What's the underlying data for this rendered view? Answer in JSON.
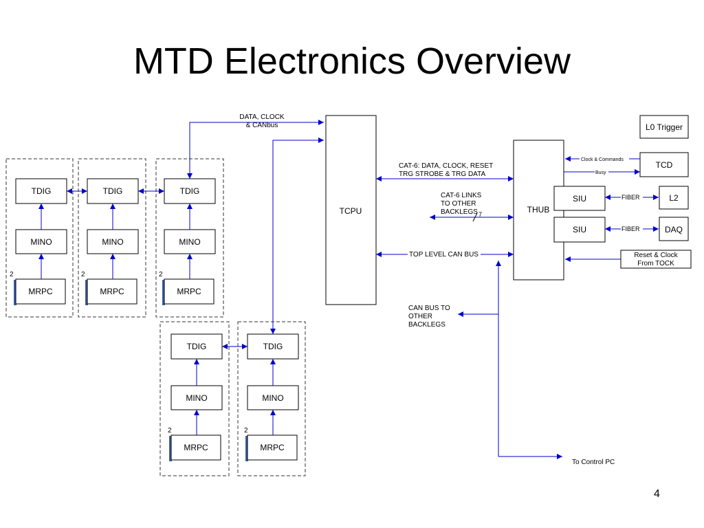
{
  "slide": {
    "title": "MTD Electronics Overview",
    "page_number": "4"
  },
  "colors": {
    "link": "#0000cc",
    "box_border": "#000000",
    "group_border": "#333333",
    "mrpc_shadow": "#3b5ea8"
  },
  "modules": {
    "tdig": "TDIG",
    "mino": "MINO",
    "mrpc": "MRPC",
    "multiplicity": "2"
  },
  "blocks": {
    "tcpu": "TCPU",
    "thub": "THUB",
    "siu": "SIU",
    "l0_trigger": "L0 Trigger",
    "tcd": "TCD",
    "l2": "L2",
    "daq": "DAQ",
    "reset_clock": [
      "Reset & Clock",
      "From TOCK"
    ]
  },
  "labels": {
    "data_clock": [
      "DATA, CLOCK",
      "& CANbus"
    ],
    "cat6_data": [
      "CAT-6: DATA,  CLOCK, RESET",
      "TRG STROBE & TRG DATA"
    ],
    "cat6_links": [
      "CAT-6 LINKS",
      "TO OTHER",
      "BACKLEGS"
    ],
    "cat6_count": "7",
    "top_can": "TOP LEVEL CAN BUS",
    "can_other": [
      "CAN BUS TO",
      "OTHER",
      "BACKLEGS"
    ],
    "to_control_pc": "To Control PC",
    "clock_commands": "Clock & Commands",
    "busy": "Busy",
    "fiber": "FIBER"
  }
}
